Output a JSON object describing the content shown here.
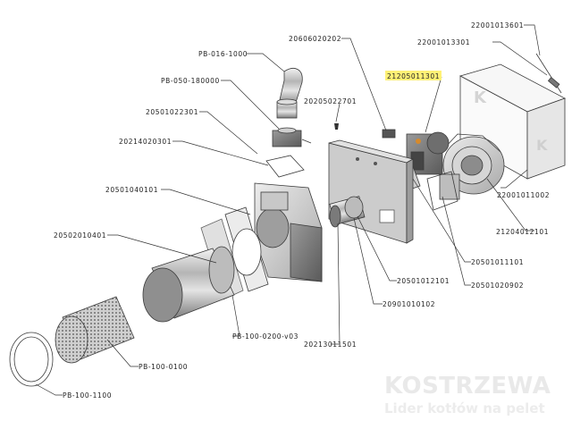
{
  "labels": {
    "l1": "22001013601",
    "l2": "22001013301",
    "l3": "20606020202",
    "l4": "PB-016-1000",
    "l5": "21205011301",
    "l6": "PB-050-180000",
    "l7": "20205022701",
    "l8": "20501022301",
    "l9": "20214020301",
    "l10": "20501040101",
    "l11": "22001011002",
    "l12": "21204012101",
    "l13": "20502010401",
    "l14": "20501011101",
    "l15": "20501012101",
    "l16": "20501020902",
    "l17": "20901010102",
    "l18": "PB-100-0200-v03",
    "l19": "20213011501",
    "l20": "PB-100-0100",
    "l21": "PB-100-1100"
  },
  "highlight": {
    "label": "l5",
    "color": "#fff176"
  },
  "watermark": {
    "brand": "KOSTRZEWA",
    "slogan": "Lider kotłów na pelet"
  }
}
